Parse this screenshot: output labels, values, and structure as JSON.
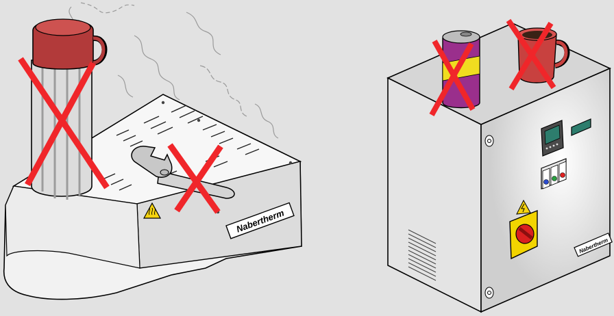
{
  "panels": {
    "left": {
      "brand_plate": "Nabertherm",
      "items": [
        {
          "name": "thermos flask",
          "prohibited": true
        },
        {
          "name": "wrench",
          "prohibited": true
        }
      ],
      "warning_sign": "hot-surface-warning-icon"
    },
    "right": {
      "brand_plate": "Nabertherm",
      "items": [
        {
          "name": "drink can",
          "prohibited": true
        },
        {
          "name": "coffee mug",
          "prohibited": true
        }
      ],
      "controls": [
        "display-controller",
        "indicator-lights",
        "main-switch"
      ],
      "warning_sign": "electrical-hazard-warning-icon"
    }
  },
  "colors": {
    "background": "#e2e2e2",
    "prohibition_mark": "#f0262a",
    "steel": "#ececec",
    "outline": "#000000",
    "mug_red": "#c8413f",
    "can_purple": "#9a2f8c",
    "can_yellow": "#f0dc20",
    "display_green": "#2d7d6d",
    "switch_red": "#d92020",
    "switch_base": "#f2d400"
  }
}
